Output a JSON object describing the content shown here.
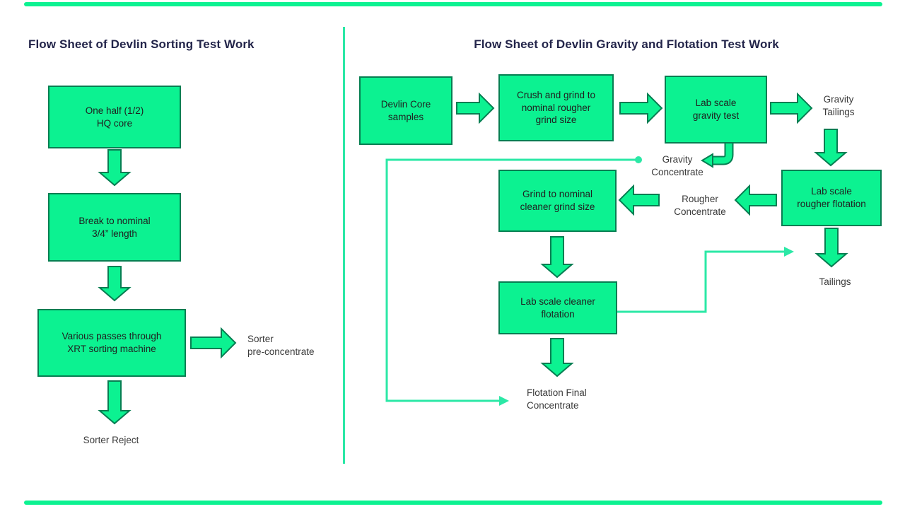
{
  "colors": {
    "box_fill": "#0cf291",
    "box_border": "#077e52",
    "connector_mint": "#2be8a6",
    "title_text": "#23254a",
    "box_text": "#202020",
    "label_text": "#3a3a3a"
  },
  "left_flow": {
    "title": "Flow Sheet of Devlin Sorting Test Work",
    "boxes": [
      {
        "label": "One half (1/2)\nHQ core"
      },
      {
        "label": "Break to nominal\n3/4” length"
      },
      {
        "label": "Various passes through\nXRT sorting machine"
      }
    ],
    "labels": [
      {
        "text": "Sorter\npre-concentrate"
      },
      {
        "text": "Sorter Reject"
      }
    ]
  },
  "right_flow": {
    "title": "Flow Sheet of Devlin Gravity and Flotation Test Work",
    "boxes": [
      {
        "label": "Devlin Core\nsamples"
      },
      {
        "label": "Crush and grind to\nnominal rougher\ngrind size"
      },
      {
        "label": "Lab scale\ngravity test"
      },
      {
        "label": "Lab scale\nrougher flotation"
      },
      {
        "label": "Grind to nominal\ncleaner grind size"
      },
      {
        "label": "Lab scale cleaner\nflotation"
      }
    ],
    "labels": [
      {
        "text": "Gravity\nTailings"
      },
      {
        "text": "Gravity\nConcentrate"
      },
      {
        "text": "Rougher\nConcentrate"
      },
      {
        "text": "Tailings"
      },
      {
        "text": "Flotation Final\nConcentrate"
      }
    ]
  }
}
